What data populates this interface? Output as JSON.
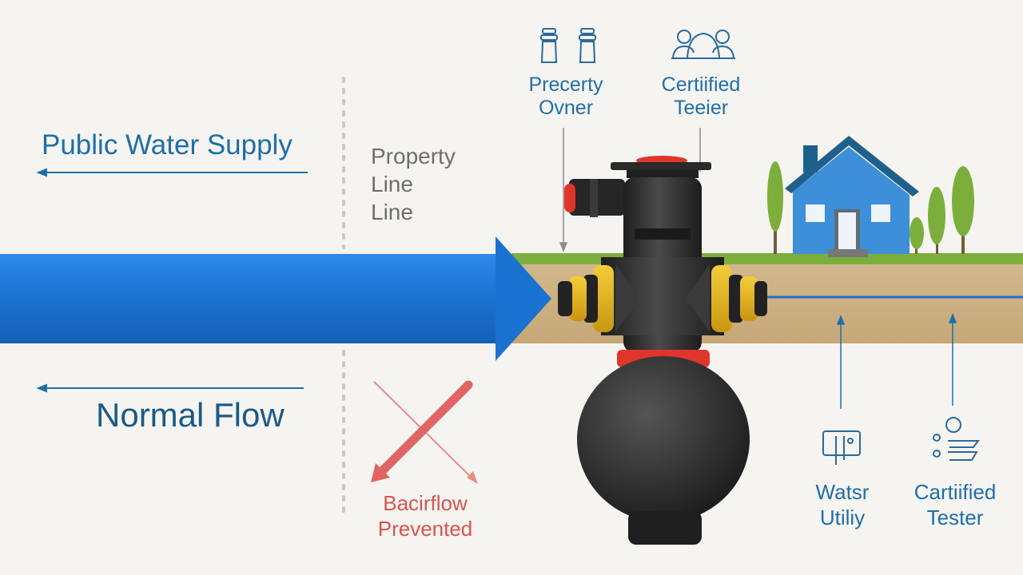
{
  "labels": {
    "public_water_supply": "Public Water Supply",
    "property_line": [
      "Property",
      "Line",
      "Line"
    ],
    "normal_flow": "Normal Flow",
    "backflow_prevented": [
      "Bacirflow",
      "Prevented"
    ],
    "property_owner": [
      "Precerty",
      "Ovner"
    ],
    "certified_tester_top": [
      "Certiified",
      "Teeier"
    ],
    "water_utility": [
      "Watsr",
      "Utiliy"
    ],
    "certified_tester_bottom": [
      "Cartiified",
      "Tester"
    ]
  },
  "colors": {
    "background": "#f6f4f1",
    "main_pipe": "#1f7ad6",
    "label_blue": "#1e6fa8",
    "label_navy": "#1a5a86",
    "backflow_red": "#d9534f",
    "valve_body": "#2e2e2e",
    "valve_accent": "#e0352b",
    "fitting_yellow": "#e8b61c",
    "ground_soil": "#ccb084",
    "grass": "#7cae3c",
    "house_wall": "#3c8fd8",
    "house_roof": "#1f5f8c",
    "tree": "#7cae3c"
  },
  "icons": {
    "property_owner": "two-bottles-icon",
    "certified_tester_top": "group-people-icon",
    "water_utility": "meter-box-icon",
    "certified_tester_bottom": "tester-person-icon"
  }
}
